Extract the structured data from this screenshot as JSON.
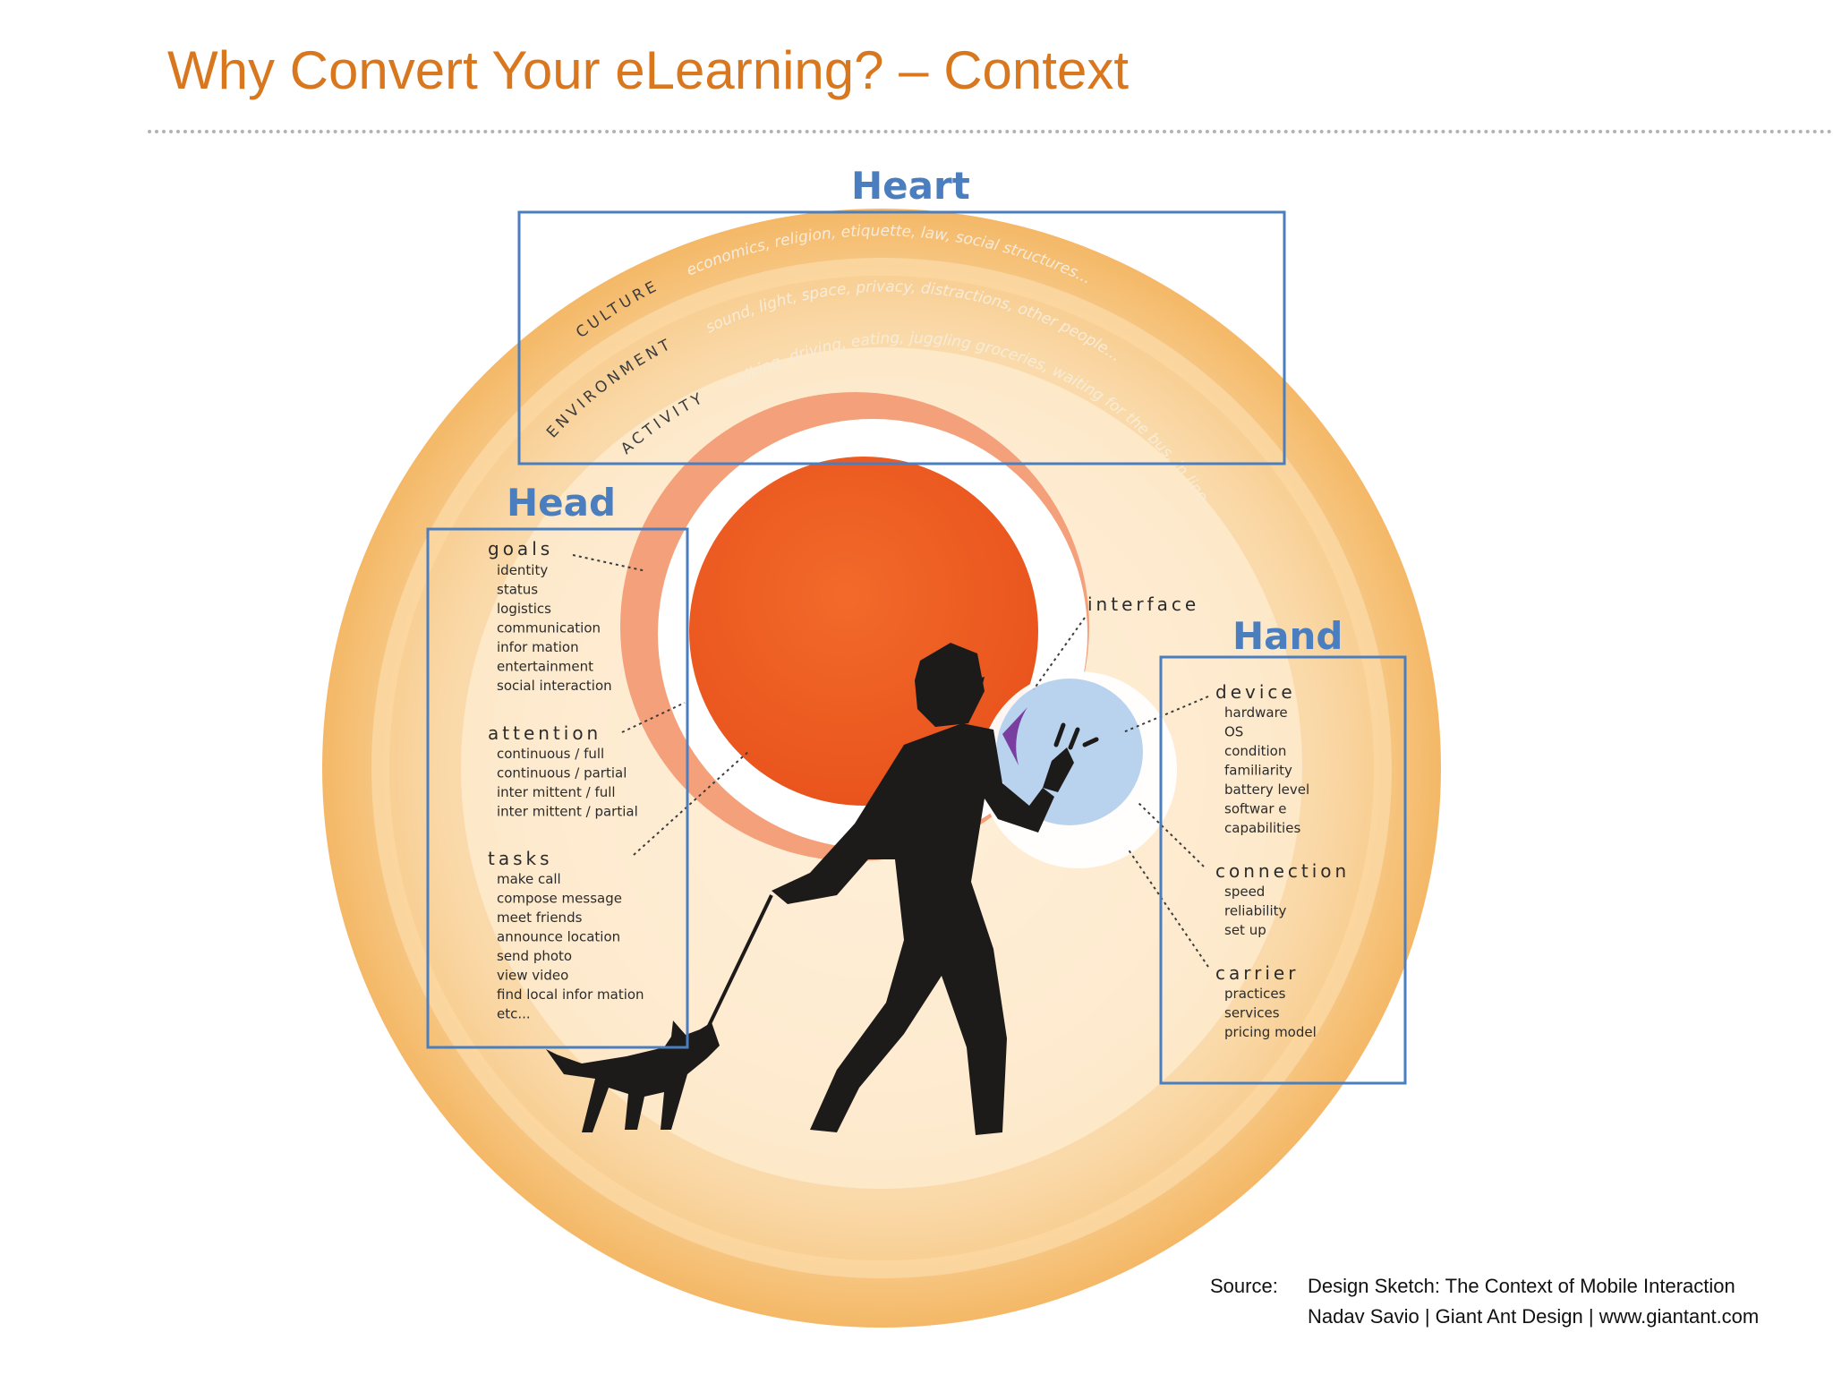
{
  "title": "Why Convert Your eLearning? – Context",
  "colors": {
    "title": "#d9771f",
    "callout": "#4a7ebf",
    "sun": "#ee5a22",
    "ring_light": "#fbe3c1",
    "ring_mid": "#f7c98a",
    "text_dark": "#3c3c3c"
  },
  "callouts": {
    "heart": "Heart",
    "head": "Head",
    "hand": "Hand"
  },
  "rings": {
    "culture": {
      "label": "CULTURE",
      "items": "economics, religion, etiquette, law, social structures..."
    },
    "environment": {
      "label": "ENVIRONMENT",
      "items": "sound, light, space, privacy, distractions, other people..."
    },
    "activity": {
      "label": "ACTIVITY",
      "items": "walking, driving, eating, juggling groceries, waiting for the bus, in line..."
    }
  },
  "head": {
    "goals": {
      "title": "goals",
      "items": [
        "identity",
        "status",
        "logistics",
        "communication",
        "infor mation",
        "entertainment",
        "social interaction"
      ]
    },
    "attention": {
      "title": "attention",
      "items": [
        "continuous / full",
        "continuous / partial",
        "inter mittent / full",
        "inter mittent / partial"
      ]
    },
    "tasks": {
      "title": "tasks",
      "items": [
        "make call",
        "compose message",
        "meet friends",
        "announce location",
        "send photo",
        "view video",
        "find local infor  mation",
        "etc..."
      ]
    }
  },
  "interface_label": "interface",
  "hand": {
    "device": {
      "title": "device",
      "items": [
        "hardware",
        "OS",
        "condition",
        "familiarity",
        "battery level",
        "softwar e",
        "capabilities"
      ]
    },
    "connection": {
      "title": "connection",
      "items": [
        "speed",
        "reliability",
        "set up"
      ]
    },
    "carrier": {
      "title": "carrier",
      "items": [
        "practices",
        "services",
        "pricing model"
      ]
    }
  },
  "source": {
    "label": "Source:",
    "line1": "Design Sketch: The Context of Mobile Interaction",
    "line2": "Nadav Savio | Giant Ant Design | www.giantant.com"
  }
}
